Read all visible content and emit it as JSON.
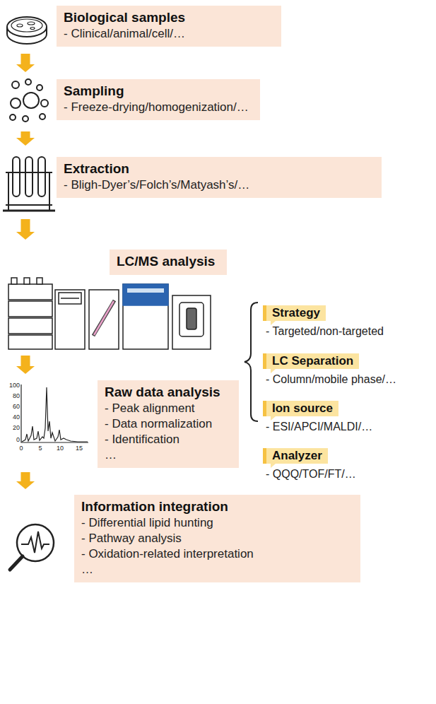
{
  "diagram": {
    "nodes": [
      {
        "text": [
          "Biological samples",
          "- Clinical/animal/cell/…"
        ]
      },
      {
        "text": [
          "Sampling",
          "- Freeze-drying/homogenization/…"
        ]
      },
      {
        "text": [
          "Extraction",
          "- Bligh-Dyer’s/Folch’s/Matyash’s/…"
        ]
      },
      {
        "text": [
          "LC/MS analysis"
        ]
      },
      {
        "text": [
          "Strategy",
          "- Targeted/non-targeted"
        ]
      },
      {
        "text": [
          "LC Separation",
          "- Column/mobile phase/…"
        ]
      },
      {
        "text": [
          "Ion source",
          "- ESI/APCI/MALDI/…"
        ]
      },
      {
        "text": [
          "Analyzer",
          "- QQQ/TOF/FT/…"
        ]
      },
      {
        "text": [
          "Raw data analysis",
          "- Peak alignment",
          "- Data normalization",
          "- Identification",
          "…"
        ]
      },
      {
        "text": [
          "Information integration",
          "- Differential lipid hunting",
          "- Pathway analysis",
          "- Oxidation-related interpretation",
          "…"
        ]
      }
    ],
    "edges": [
      {
        "from": 0,
        "to": 1,
        "arrow": "to"
      },
      {
        "from": 1,
        "to": 2,
        "arrow": "to"
      },
      {
        "from": 2,
        "to": 3,
        "arrow": "to"
      },
      {
        "from": 3,
        "to": 8,
        "arrow": "to"
      },
      {
        "from": 8,
        "to": 9,
        "arrow": "to"
      }
    ],
    "labels": [
      "100",
      "80",
      "60",
      "40",
      "20",
      "0",
      "0",
      "5",
      "10",
      "15"
    ]
  }
}
